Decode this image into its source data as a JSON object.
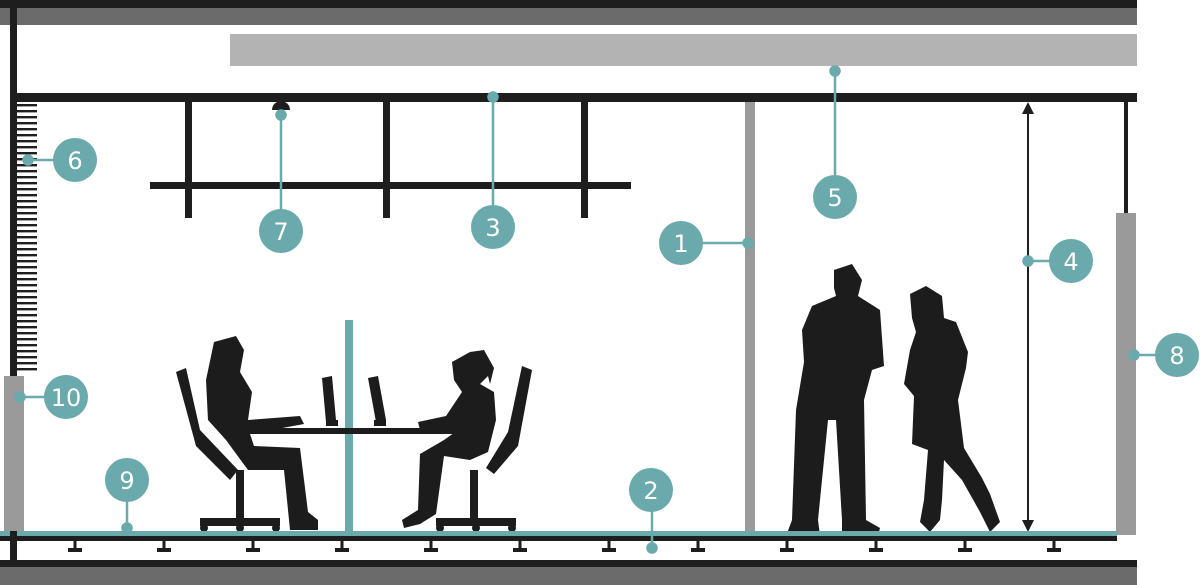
{
  "colors": {
    "structure": "#1e1e1e",
    "slab_grey": "#6b6b6b",
    "light_grey": "#b3b3b3",
    "panel_grey": "#9a9a9a",
    "teal": "#6aa9ac",
    "silhouette": "#1c1c1c",
    "background": "#ffffff"
  },
  "markers": [
    {
      "num": "1",
      "label": "1"
    },
    {
      "num": "2",
      "label": "2"
    },
    {
      "num": "3",
      "label": "3"
    },
    {
      "num": "4",
      "label": "4"
    },
    {
      "num": "5",
      "label": "5"
    },
    {
      "num": "6",
      "label": "6"
    },
    {
      "num": "7",
      "label": "7"
    },
    {
      "num": "8",
      "label": "8"
    },
    {
      "num": "9",
      "label": "9"
    },
    {
      "num": "10",
      "label": "10"
    }
  ],
  "icons": [
    "ceiling-light-icon",
    "dimension-arrow-icon",
    "people-silhouettes",
    "desk-workers-silhouettes"
  ]
}
